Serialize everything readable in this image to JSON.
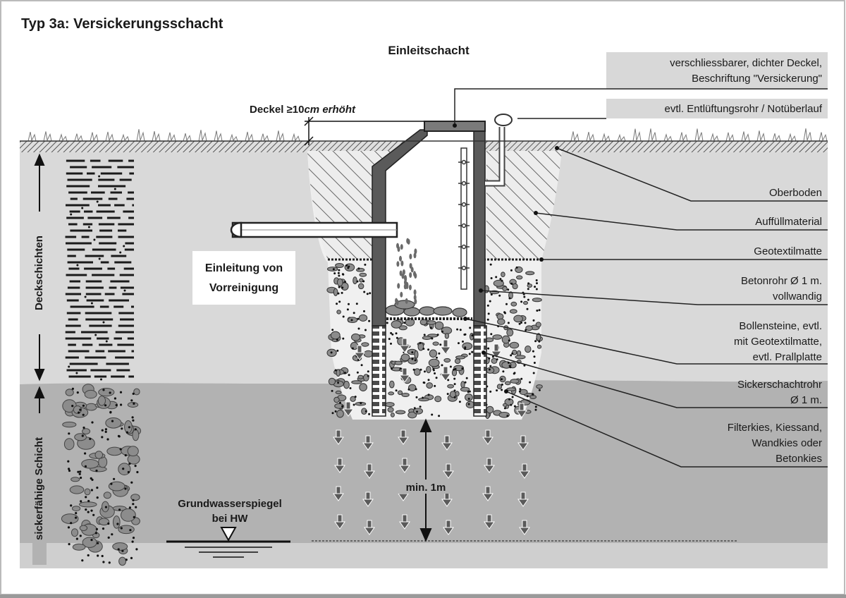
{
  "title": "Typ 3a: Versickerungsschacht",
  "shaft_title": "Einleitschacht",
  "lid_raise": {
    "prefix": "Deckel ",
    "ge": "≥",
    "value": "10",
    "unit": "cm",
    "suffix": " erhöht"
  },
  "inflow_label": [
    "Einleitung von",
    "Vorreinigung"
  ],
  "side_labels": {
    "cover_layers": "Deckschichten",
    "permeable_layer": "sickerfähige Schicht"
  },
  "groundwater_label": [
    "Grundwasserspiegel",
    "bei HW"
  ],
  "min_distance_label": "min. 1m",
  "callouts": {
    "lid": [
      "verschliessbarer, dichter Deckel,",
      "Beschriftung \"Versickerung\""
    ],
    "vent": "evtl. Entlüftungsrohr / Notüberlauf",
    "topsoil": "Oberboden",
    "backfill": "Auffüllmaterial",
    "geotextile": "Geotextilmatte",
    "concrete_pipe": [
      "Betonrohr Ø  1 m.",
      "vollwandig"
    ],
    "cobbles": [
      "Bollensteine, evtl.",
      "mit Geotextilmatte,",
      "evtl. Prallplatte"
    ],
    "seepage_pipe": [
      "Sickerschachtrohr",
      "Ø 1 m."
    ],
    "filter_gravel": [
      "Filterkies, Kiessand,",
      "Wandkies oder",
      "Betonkies"
    ]
  },
  "colors": {
    "cover_soil": "#d9d9d9",
    "permeable_soil": "#b2b2b2",
    "groundwater": "#d0d0d0",
    "pipe": "#5a5a5a",
    "stone": "#8c8c8c",
    "callout_box": "#d8d8d8"
  }
}
